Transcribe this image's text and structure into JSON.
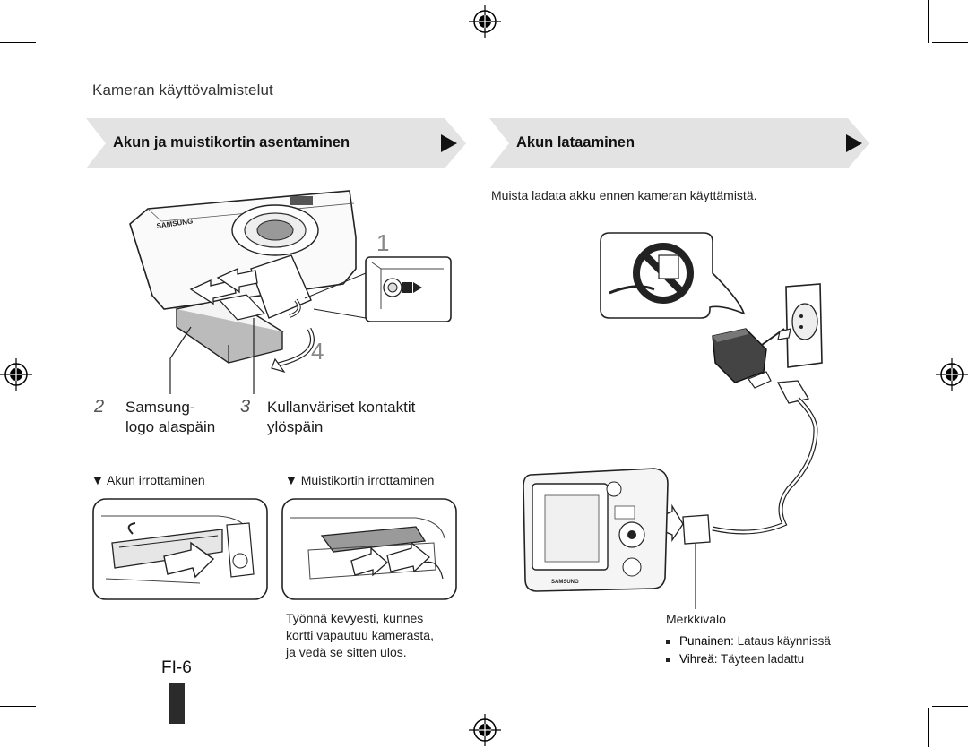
{
  "header": {
    "section_title": "Kameran käyttövalmistelut"
  },
  "left": {
    "banner_title": "Akun ja muistikortin asentaminen",
    "illustration": {
      "step1": "1",
      "step4": "4",
      "brand": "SAMSUNG"
    },
    "step2": {
      "num": "2",
      "line1": "Samsung-",
      "line2": "logo alaspäin"
    },
    "step3": {
      "num": "3",
      "line1": "Kullanväriset kontaktit",
      "line2": "ylöspäin"
    },
    "remove_battery": {
      "marker": "▼",
      "label": "Akun irrottaminen"
    },
    "remove_card": {
      "marker": "▼",
      "label": "Muistikortin irrottaminen"
    },
    "card_note": [
      "Työnnä kevyesti, kunnes",
      "kortti vapautuu kamerasta,",
      "ja vedä se sitten ulos."
    ]
  },
  "right": {
    "banner_title": "Akun lataaminen",
    "intro": "Muista ladata akku ennen kameran käyttämistä.",
    "camera_brand": "SAMSUNG",
    "indicator_title": "Merkkivalo",
    "indicators": [
      {
        "color": "Punainen",
        "desc": ": Lataus käynnissä"
      },
      {
        "color": "Vihreä",
        "desc": ": Täyteen ladattu"
      }
    ]
  },
  "footer": {
    "page_number": "FI-6"
  },
  "colors": {
    "banner_fill": "#e3e3e3",
    "page_tab": "#2b2b2b",
    "text": "#1a1a1a"
  },
  "icons": [
    "registration-mark-icon",
    "play-arrow-icon",
    "no-plug-icon",
    "bullet-icon"
  ]
}
